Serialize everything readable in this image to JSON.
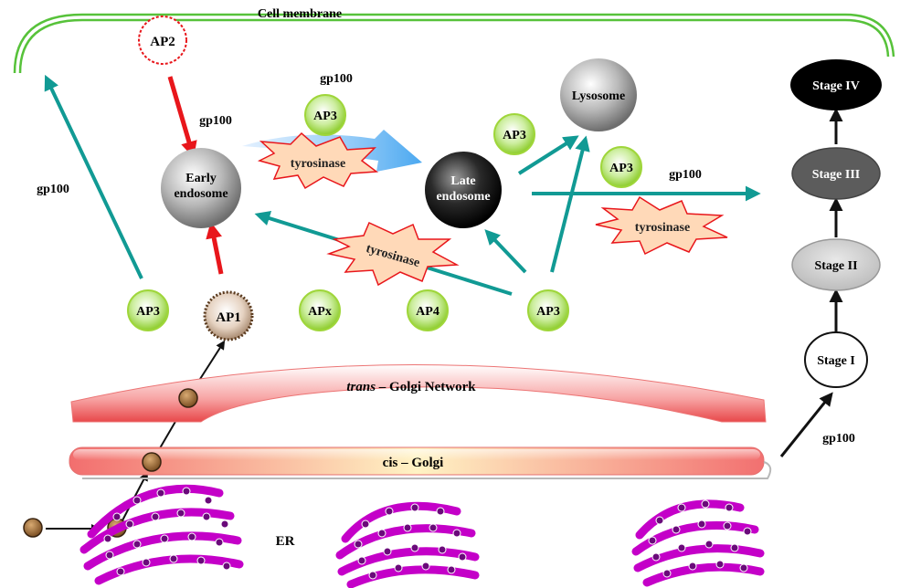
{
  "membrane": {
    "label": "Cell membrane"
  },
  "compartments": {
    "early_endosome": {
      "line1": "Early",
      "line2": "endosome"
    },
    "late_endosome": {
      "line1": "Late",
      "line2": "endosome"
    },
    "lysosome": "Lysosome",
    "trans_golgi": {
      "prefix": "trans",
      "suffix": " – Golgi Network"
    },
    "cis_golgi": "cis – Golgi",
    "er": "ER"
  },
  "adaptors": {
    "ap2": "AP2",
    "ap3_top": "AP3",
    "ap3_mid": "AP3",
    "ap3_right": "AP3",
    "ap3_bottom_left": "AP3",
    "ap1": "AP1",
    "apx": "APx",
    "ap4": "AP4",
    "ap3_bottom_right": "AP3"
  },
  "cargo": {
    "gp100_top": "gp100",
    "gp100_endosome": "gp100",
    "gp100_left": "gp100",
    "gp100_right": "gp100",
    "gp100_stage": "gp100",
    "tyrosinase_1": "tyrosinase",
    "tyrosinase_2": "tyrosinase",
    "tyrosinase_3": "tyrosinase"
  },
  "stages": {
    "stage1": "Stage I",
    "stage2": "Stage II",
    "stage3": "Stage III",
    "stage4": "Stage IV"
  },
  "colors": {
    "teal_arrow": "#119a94",
    "red_arrow": "#e8161b",
    "adaptor_green": "#9fd63a",
    "er_purple": "#c400c8",
    "vesicle_brown": "#9a6a3a",
    "membrane_green": "#57c23a"
  }
}
